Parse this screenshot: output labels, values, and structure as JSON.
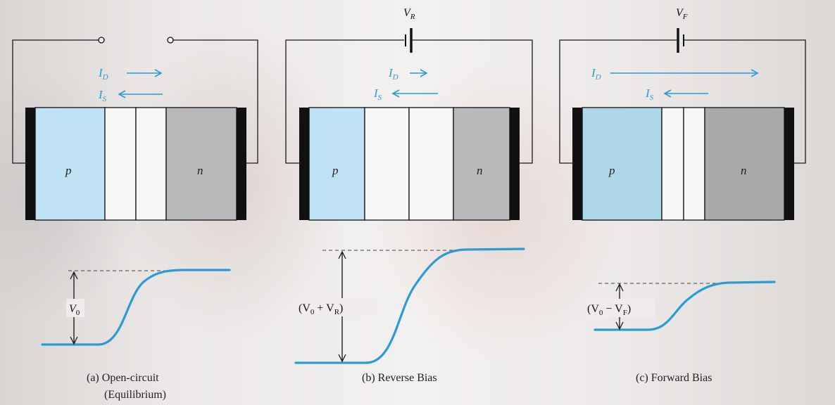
{
  "diagrams": [
    {
      "id": "a",
      "voltage_label": "",
      "current_d": "I",
      "current_d_sub": "D",
      "current_s": "I",
      "current_s_sub": "S",
      "p_label": "p",
      "n_label": "n",
      "barrier_label": "V0",
      "barrier_text": "V",
      "barrier_sub": "0",
      "caption_line1": "(a) Open-circuit",
      "caption_line2": "(Equilibrium)"
    },
    {
      "id": "b",
      "voltage_label": "V",
      "voltage_sub": "R",
      "current_d": "I",
      "current_d_sub": "D",
      "current_s": "I",
      "current_s_sub": "S",
      "p_label": "p",
      "n_label": "n",
      "barrier_text_a": "(V",
      "barrier_sub_a": "0",
      "barrier_text_b": " + V",
      "barrier_sub_b": "R",
      "barrier_text_c": ")",
      "caption_line1": "(b) Reverse Bias"
    },
    {
      "id": "c",
      "voltage_label": "V",
      "voltage_sub": "F",
      "current_d": "I",
      "current_d_sub": "D",
      "current_s": "I",
      "current_s_sub": "S",
      "p_label": "p",
      "n_label": "n",
      "barrier_text_a": "(V",
      "barrier_sub_a": "0",
      "barrier_text_b": " − V",
      "barrier_sub_b": "F",
      "barrier_text_c": ")",
      "caption_line1": "(c) Forward Bias"
    }
  ],
  "colors": {
    "p_region": "#bfe3f4",
    "n_region": "#b4b3b6",
    "current": "#2b9bd4",
    "contact": "#111111"
  }
}
